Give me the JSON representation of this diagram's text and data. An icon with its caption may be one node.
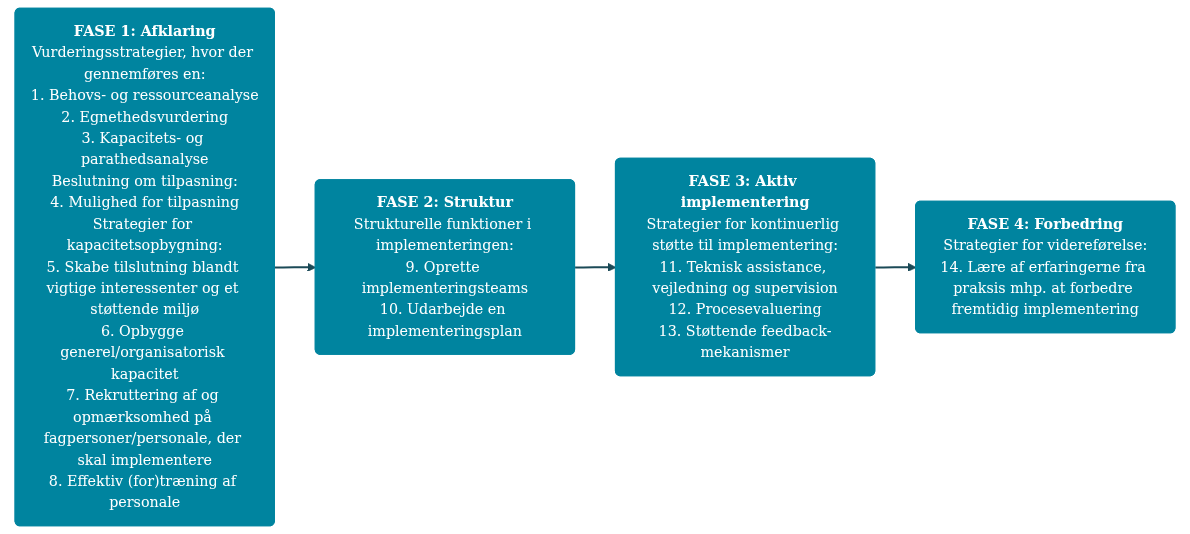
{
  "diagram": {
    "nodes": [
      {
        "text": [
          "FASE 1: Afklaring",
          "Vurderingsstrategier, hvor der gennemføres en:",
          "1. Behovs- og ressourceanalyse",
          "2. Egnethedsvurdering",
          "3. Kapacitets- og parathedsanalyse",
          "Beslutning om tilpasning:",
          "4. Mulighed for tilpasning",
          "Strategier for kapacitetsopbygning:",
          "5. Skabe tilslutning blandt vigtige interessenter og et støttende miljø",
          "6. Opbygge generel/organisatorisk kapacitet",
          "7. Rekruttering af og opmærksomhed på fagpersoner/personale, der skal implementere",
          "8. Effektiv (for)træning af personale"
        ]
      },
      {
        "text": [
          "FASE 2: Struktur",
          "Strukturelle funktioner i implementeringen:",
          "9. Oprette implementeringsteams",
          "10. Udarbejde en implementeringsplan"
        ]
      },
      {
        "text": [
          "FASE 3: Aktiv implementering",
          "Strategier for kontinuerlig støtte til implementering:",
          "11. Teknisk assistance, vejledning og supervision",
          "12. Procesevaluering",
          "13. Støttende feedback-mekanismer"
        ]
      },
      {
        "text": [
          "FASE 4: Forbedring",
          "Strategier for videreførelse:",
          "14. Lære af erfaringerne fra praksis mhp. at forbedre fremtidig implementering"
        ]
      }
    ],
    "edges": [
      {
        "from": 0,
        "to": 1,
        "arrow": "to"
      },
      {
        "from": 1,
        "to": 2,
        "arrow": "to"
      },
      {
        "from": 2,
        "to": 3,
        "arrow": "to"
      }
    ]
  }
}
